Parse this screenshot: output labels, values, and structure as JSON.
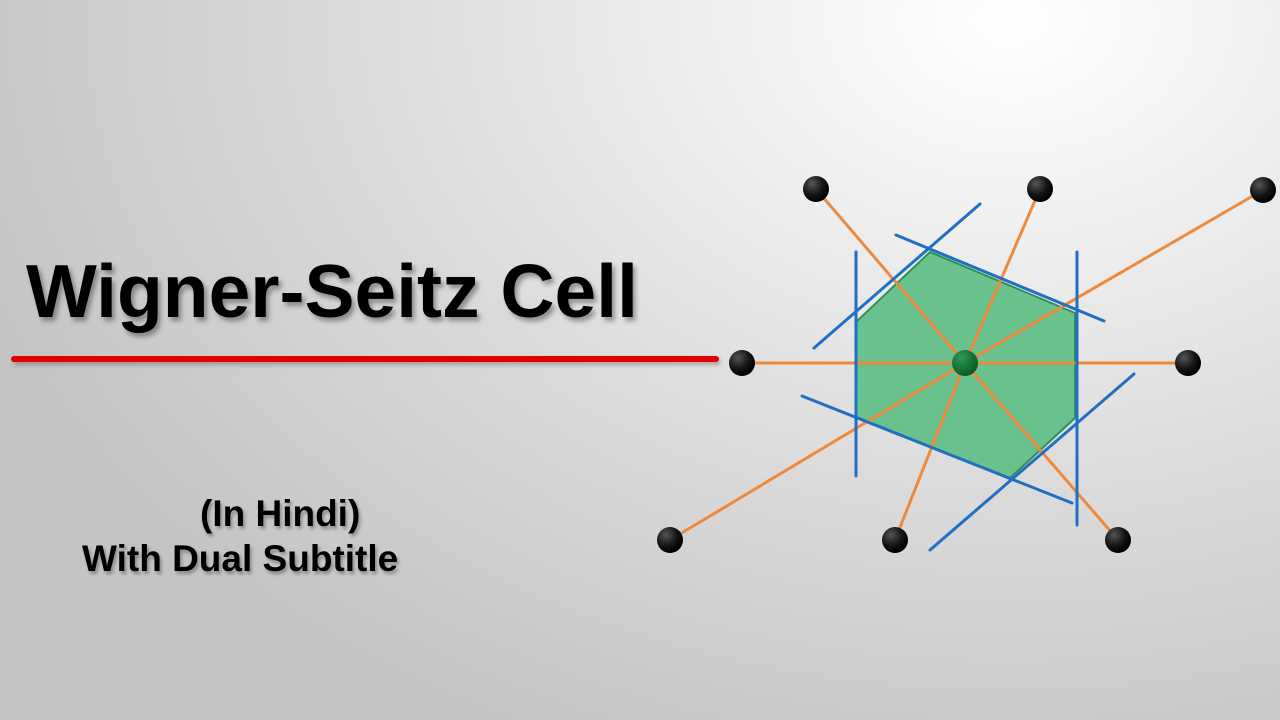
{
  "title": "Wigner-Seitz Cell",
  "subtitle_line1": "(In Hindi)",
  "subtitle_line2": "With Dual Subtitle",
  "colors": {
    "underline": "#e00000",
    "cell_fill": "#5cbf84",
    "cell_edge": "#2f8f55",
    "bisector_lines": "#1f6fc4",
    "neighbor_lines": "#ee8a3c",
    "lattice_points": "#111111",
    "center_point": "#0b6b2e"
  }
}
